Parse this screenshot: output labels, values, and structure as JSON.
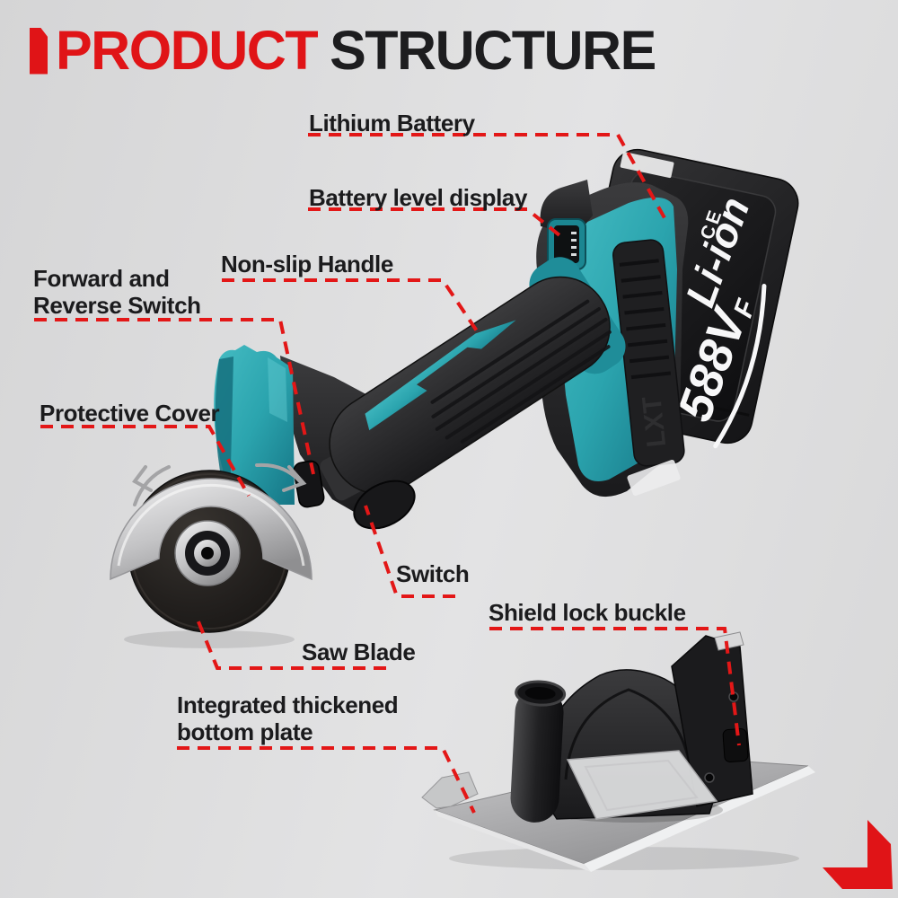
{
  "header": {
    "title_word_primary": "PRODUCT",
    "title_word_secondary": "STRUCTURE"
  },
  "callouts": {
    "lithium_battery": "Lithium Battery",
    "battery_level_display": "Battery level display",
    "non_slip_handle": "Non-slip Handle",
    "forward_reverse_line1": "Forward and",
    "forward_reverse_line2": "Reverse Switch",
    "protective_cover": "Protective Cover",
    "switch": "Switch",
    "saw_blade": "Saw Blade",
    "shield_lock_buckle": "Shield lock buckle",
    "bottom_plate_line1": "Integrated thickened",
    "bottom_plate_line2": "bottom plate"
  },
  "battery_markings": {
    "voltage_main": "588V",
    "voltage_sub": "F",
    "cell_type": "Li-ion",
    "certification": "CE",
    "motor_series": "LXT"
  },
  "colors": {
    "accent_red": "#e01417",
    "leader_line_red": "#e31717",
    "tool_teal": "#2ba4ae",
    "tool_teal_dark": "#15707e",
    "body_black": "#232325",
    "silver": "#cfcfd0",
    "background_gray": "#dcdcdd",
    "label_text": "#1b1b1d"
  }
}
